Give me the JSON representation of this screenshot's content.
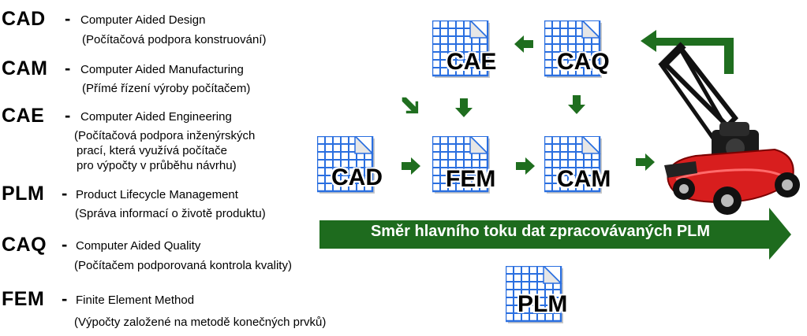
{
  "terms": [
    {
      "abbr": "CAD",
      "full": "Computer Aided Design",
      "cz": [
        "(Počítačová podpora konstruování)"
      ]
    },
    {
      "abbr": "CAM",
      "full": "Computer Aided Manufacturing",
      "cz": [
        "(Přímé řízení výroby počítačem)"
      ]
    },
    {
      "abbr": "CAE",
      "full": "Computer Aided Engineering",
      "cz": [
        "(Počítačová podpora inženýrských",
        "prací, která využívá počítače",
        "pro výpočty v průběhu návrhu)"
      ]
    },
    {
      "abbr": "PLM",
      "full": "Product Lifecycle Management",
      "cz": [
        "(Správa informací o životě produktu)"
      ]
    },
    {
      "abbr": "CAQ",
      "full": "Computer Aided Quality",
      "cz": [
        "(Počítačem podporovaná kontrola kvality)"
      ]
    },
    {
      "abbr": "FEM",
      "full": "Finite Element Method",
      "cz": [
        "(Výpočty založené na metodě konečných prvků)"
      ]
    }
  ],
  "dash": "-",
  "nodes": {
    "cae": "CAE",
    "caq": "CAQ",
    "cad": "CAD",
    "fem": "FEM",
    "cam": "CAM",
    "plm": "PLM"
  },
  "banner": "Směr hlavního toku dat zpracovávaných PLM",
  "colors": {
    "arrow": "#1f6e1f",
    "banner": "#1e6b1e",
    "grid": "#2a6fe0",
    "mower": "#d81e1e"
  },
  "icons": {
    "document": "grid-document-icon",
    "mower": "lawn-mower-icon"
  }
}
